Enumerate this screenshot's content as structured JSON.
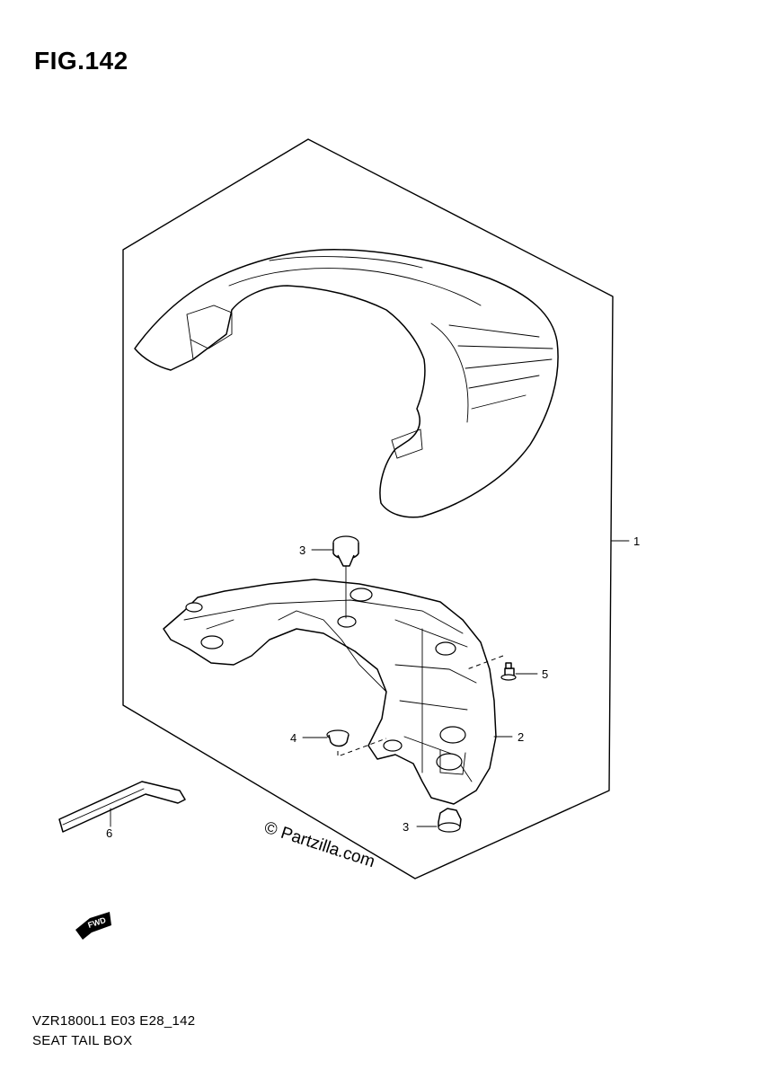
{
  "figure": {
    "title": "FIG.142"
  },
  "callouts": [
    {
      "id": "1",
      "label": "1"
    },
    {
      "id": "2",
      "label": "2"
    },
    {
      "id": "3a",
      "label": "3"
    },
    {
      "id": "3b",
      "label": "3"
    },
    {
      "id": "4",
      "label": "4"
    },
    {
      "id": "5",
      "label": "5"
    },
    {
      "id": "6",
      "label": "6"
    }
  ],
  "watermark": "© Partzilla.com",
  "fwd_label": "FWD",
  "footer": {
    "model_code": "VZR1800L1 E03 E28_142",
    "section_name": "SEAT TAIL BOX"
  },
  "icons": {
    "forward-arrow": "fwd-arrow-icon",
    "hex-wrench": "allen-key"
  }
}
